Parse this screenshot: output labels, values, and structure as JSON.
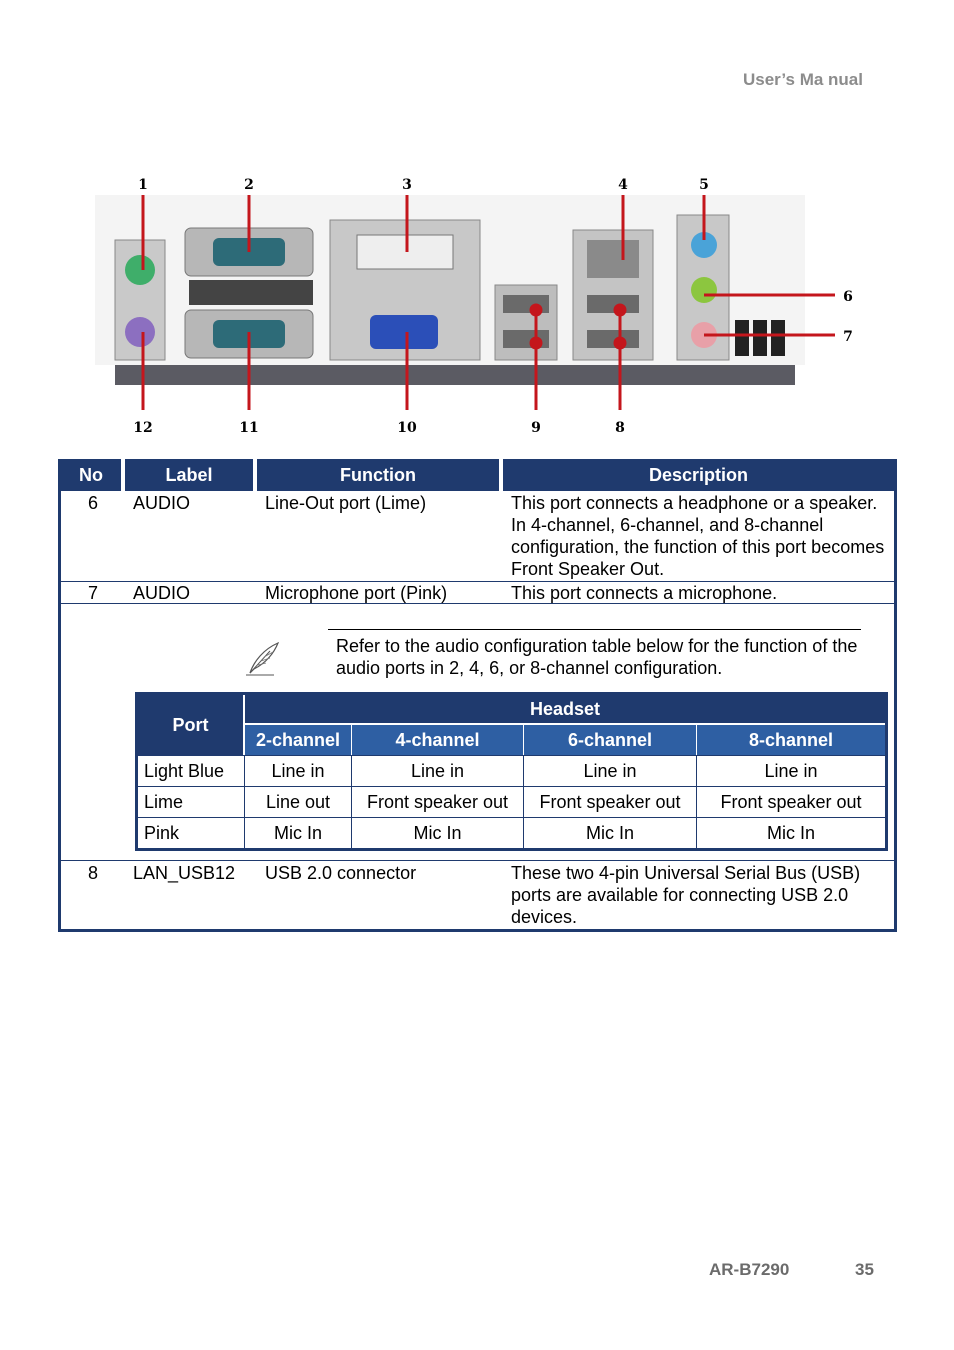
{
  "header": {
    "title": "User’s Ma nual"
  },
  "figure": {
    "callouts_top": [
      "1",
      "2",
      "3",
      "4",
      "5"
    ],
    "callouts_right": [
      "6",
      "7"
    ],
    "callouts_bottom": [
      "12",
      "11",
      "10",
      "9",
      "8"
    ],
    "colors": {
      "callout_line": "#c4161c",
      "ps2_green": "#3fae6a",
      "ps2_purple": "#8c6fc0",
      "audio_blue": "#4aa3d8",
      "audio_lime": "#8cc63f",
      "audio_pink": "#e8a0a8",
      "vga_blue": "#2b4fb8",
      "serial_teal": "#2d6b78"
    }
  },
  "main_table": {
    "headers": [
      "No",
      "Label",
      "Function",
      "Description"
    ],
    "rows": [
      {
        "no": "6",
        "label": "AUDIO",
        "function": "Line-Out port (Lime)",
        "description": "This port connects a headphone or a speaker. In 4-channel, 6-channel, and 8-channel configuration, the function of this port becomes Front Speaker Out."
      },
      {
        "no": "7",
        "label": "AUDIO",
        "function": "Microphone port (Pink)",
        "description": "This port connects a microphone."
      },
      {
        "no": "8",
        "label": "LAN_USB12",
        "function": "USB 2.0 connector",
        "description": "These two 4-pin Universal Serial Bus (USB) ports are available for connecting USB 2.0 devices."
      }
    ]
  },
  "note": {
    "icon": "feather-pen-icon",
    "text": "Refer to the audio configuration table below for the function of the audio ports in 2, 4, 6, or 8-channel configuration."
  },
  "audio_table": {
    "port_header": "Port",
    "headset_header": "Headset",
    "channels": [
      "2-channel",
      "4-channel",
      "6-channel",
      "8-channel"
    ],
    "rows": [
      {
        "port": "Light Blue",
        "values": [
          "Line in",
          "Line in",
          "Line in",
          "Line in"
        ]
      },
      {
        "port": "Lime",
        "values": [
          "Line out",
          "Front speaker out",
          "Front speaker out",
          "Front speaker out"
        ]
      },
      {
        "port": "Pink",
        "values": [
          "Mic In",
          "Mic In",
          "Mic In",
          "Mic In"
        ]
      }
    ]
  },
  "footer": {
    "model": "AR-B7290",
    "page": "35"
  },
  "colors": {
    "table_navy": "#1f3a6e",
    "channel_blue": "#2e5fa3",
    "header_gray": "#8c8c8c"
  }
}
